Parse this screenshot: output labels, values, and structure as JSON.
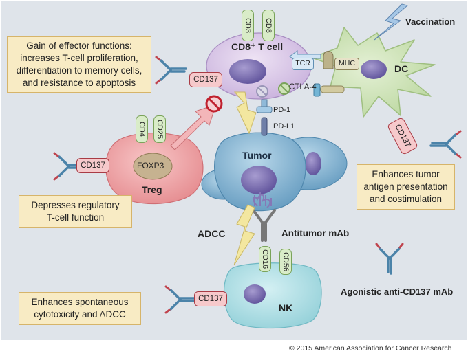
{
  "cells": {
    "cd8": "CD8⁺ T cell",
    "dc": "DC",
    "tumor": "Tumor",
    "treg": "Treg",
    "nk": "NK",
    "foxp3": "FOXP3"
  },
  "receptors": {
    "cd3": "CD3",
    "cd8": "CD8",
    "cd4": "CD4",
    "cd25": "CD25",
    "cd16": "CD16",
    "cd56": "CD56",
    "tcr": "TCR",
    "mhc": "MHC",
    "ctla4": "CTLA-4",
    "pd1": "PD-1",
    "pdl1": "PD-L1",
    "cd137": "CD137"
  },
  "labels": {
    "vaccination": "Vaccination",
    "adcc": "ADCC",
    "antitumor_mab": "Antitumor mAb",
    "agonistic": "Agonistic anti-CD137 mAb",
    "copyright": "© 2015 American Association for Cancer Research"
  },
  "notes": {
    "effector": [
      "Gain of effector functions:",
      "increases T-cell proliferation,",
      "differentiation to memory cells,",
      "and resistance to apoptosis"
    ],
    "treg": [
      "Depresses regulatory",
      "T-cell function"
    ],
    "dc": [
      "Enhances tumor",
      "antigen presentation",
      "and costimulation"
    ],
    "nk": [
      "Enhances spontaneous",
      "cytotoxicity and ADCC"
    ]
  },
  "colors": {
    "background": "#dfe4ea",
    "cd8_cell": "#d8c6e4",
    "nucleus": "#7e70ad",
    "dc_cell": "#cfe3b8",
    "tumor_cell": "#7fb2cf",
    "treg_cell": "#f1a2a5",
    "nk_cell": "#a9dbe2",
    "note_fill": "#f8ebc4",
    "cd137_pill": "#f6c9cb",
    "marker_pill": "#d9ecc8",
    "lightning": "#f3e7a0"
  },
  "icons": {
    "inhibit": "prohibition-icon",
    "lightning": "lightning-bolt-icon",
    "antibody": "antibody-icon"
  }
}
